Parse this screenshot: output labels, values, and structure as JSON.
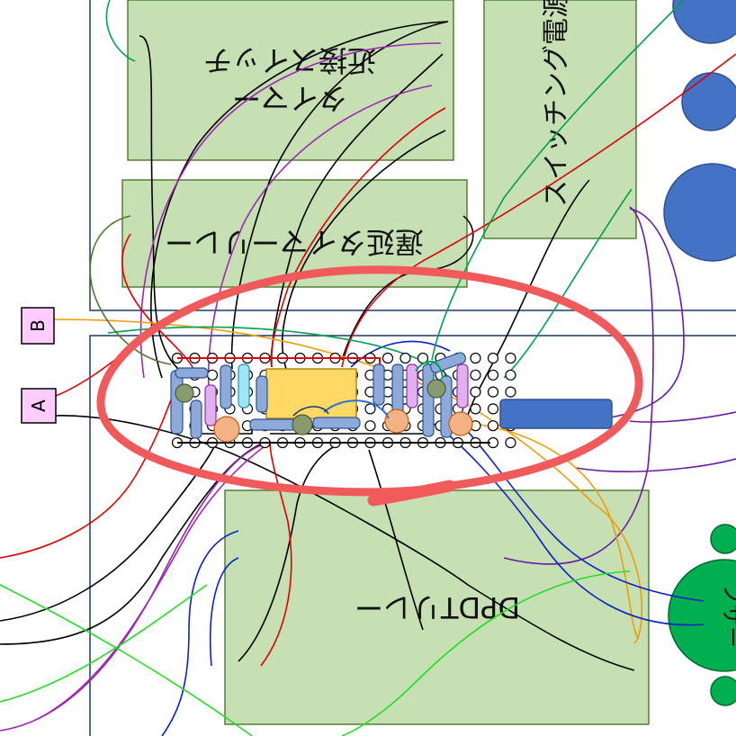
{
  "labels": {
    "module_timer": "タイマー",
    "module_proximity": "近接スイッチ",
    "module_delay": "遅延タイマーリレー",
    "module_switching": "スイッチング電源",
    "module_dpdt": "DPDTリレー",
    "tag_a": "A",
    "tag_b": "B",
    "buzzer": "ブザー"
  },
  "colors": {
    "module_fill": "#c6e0b4",
    "module_stroke": "#538135",
    "frame_stroke": "#1f3864",
    "highlight": "#f05a5a",
    "blue_part": "#4472c4",
    "green_part": "#00b050",
    "tag_fill": "#ffccff",
    "ic_fill": "#ffd966",
    "pad_fill": "#8eaadb",
    "cap_fill": "#f4b183",
    "diode_fill": "#e0b0f0",
    "cyan_fill": "#9ee7f7",
    "olive_fill": "#8a9a70"
  }
}
